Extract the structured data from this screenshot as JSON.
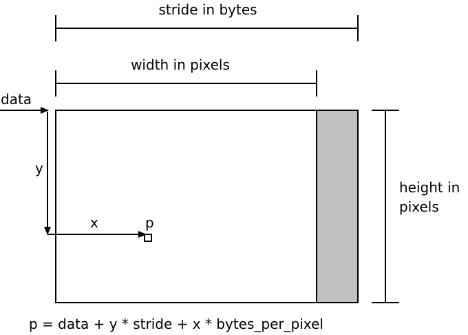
{
  "labels": {
    "stride": "stride in bytes",
    "width": "width in pixels",
    "data": "data",
    "y": "y",
    "x": "x",
    "p": "p",
    "height_line1": "height in",
    "height_line2": "pixels",
    "formula": "p = data + y * stride + x * bytes_per_pixel"
  },
  "colors": {
    "line": "#000000",
    "padding_fill": "#c0c0c0",
    "image_fill": "#ffffff",
    "background": "#ffffff"
  }
}
